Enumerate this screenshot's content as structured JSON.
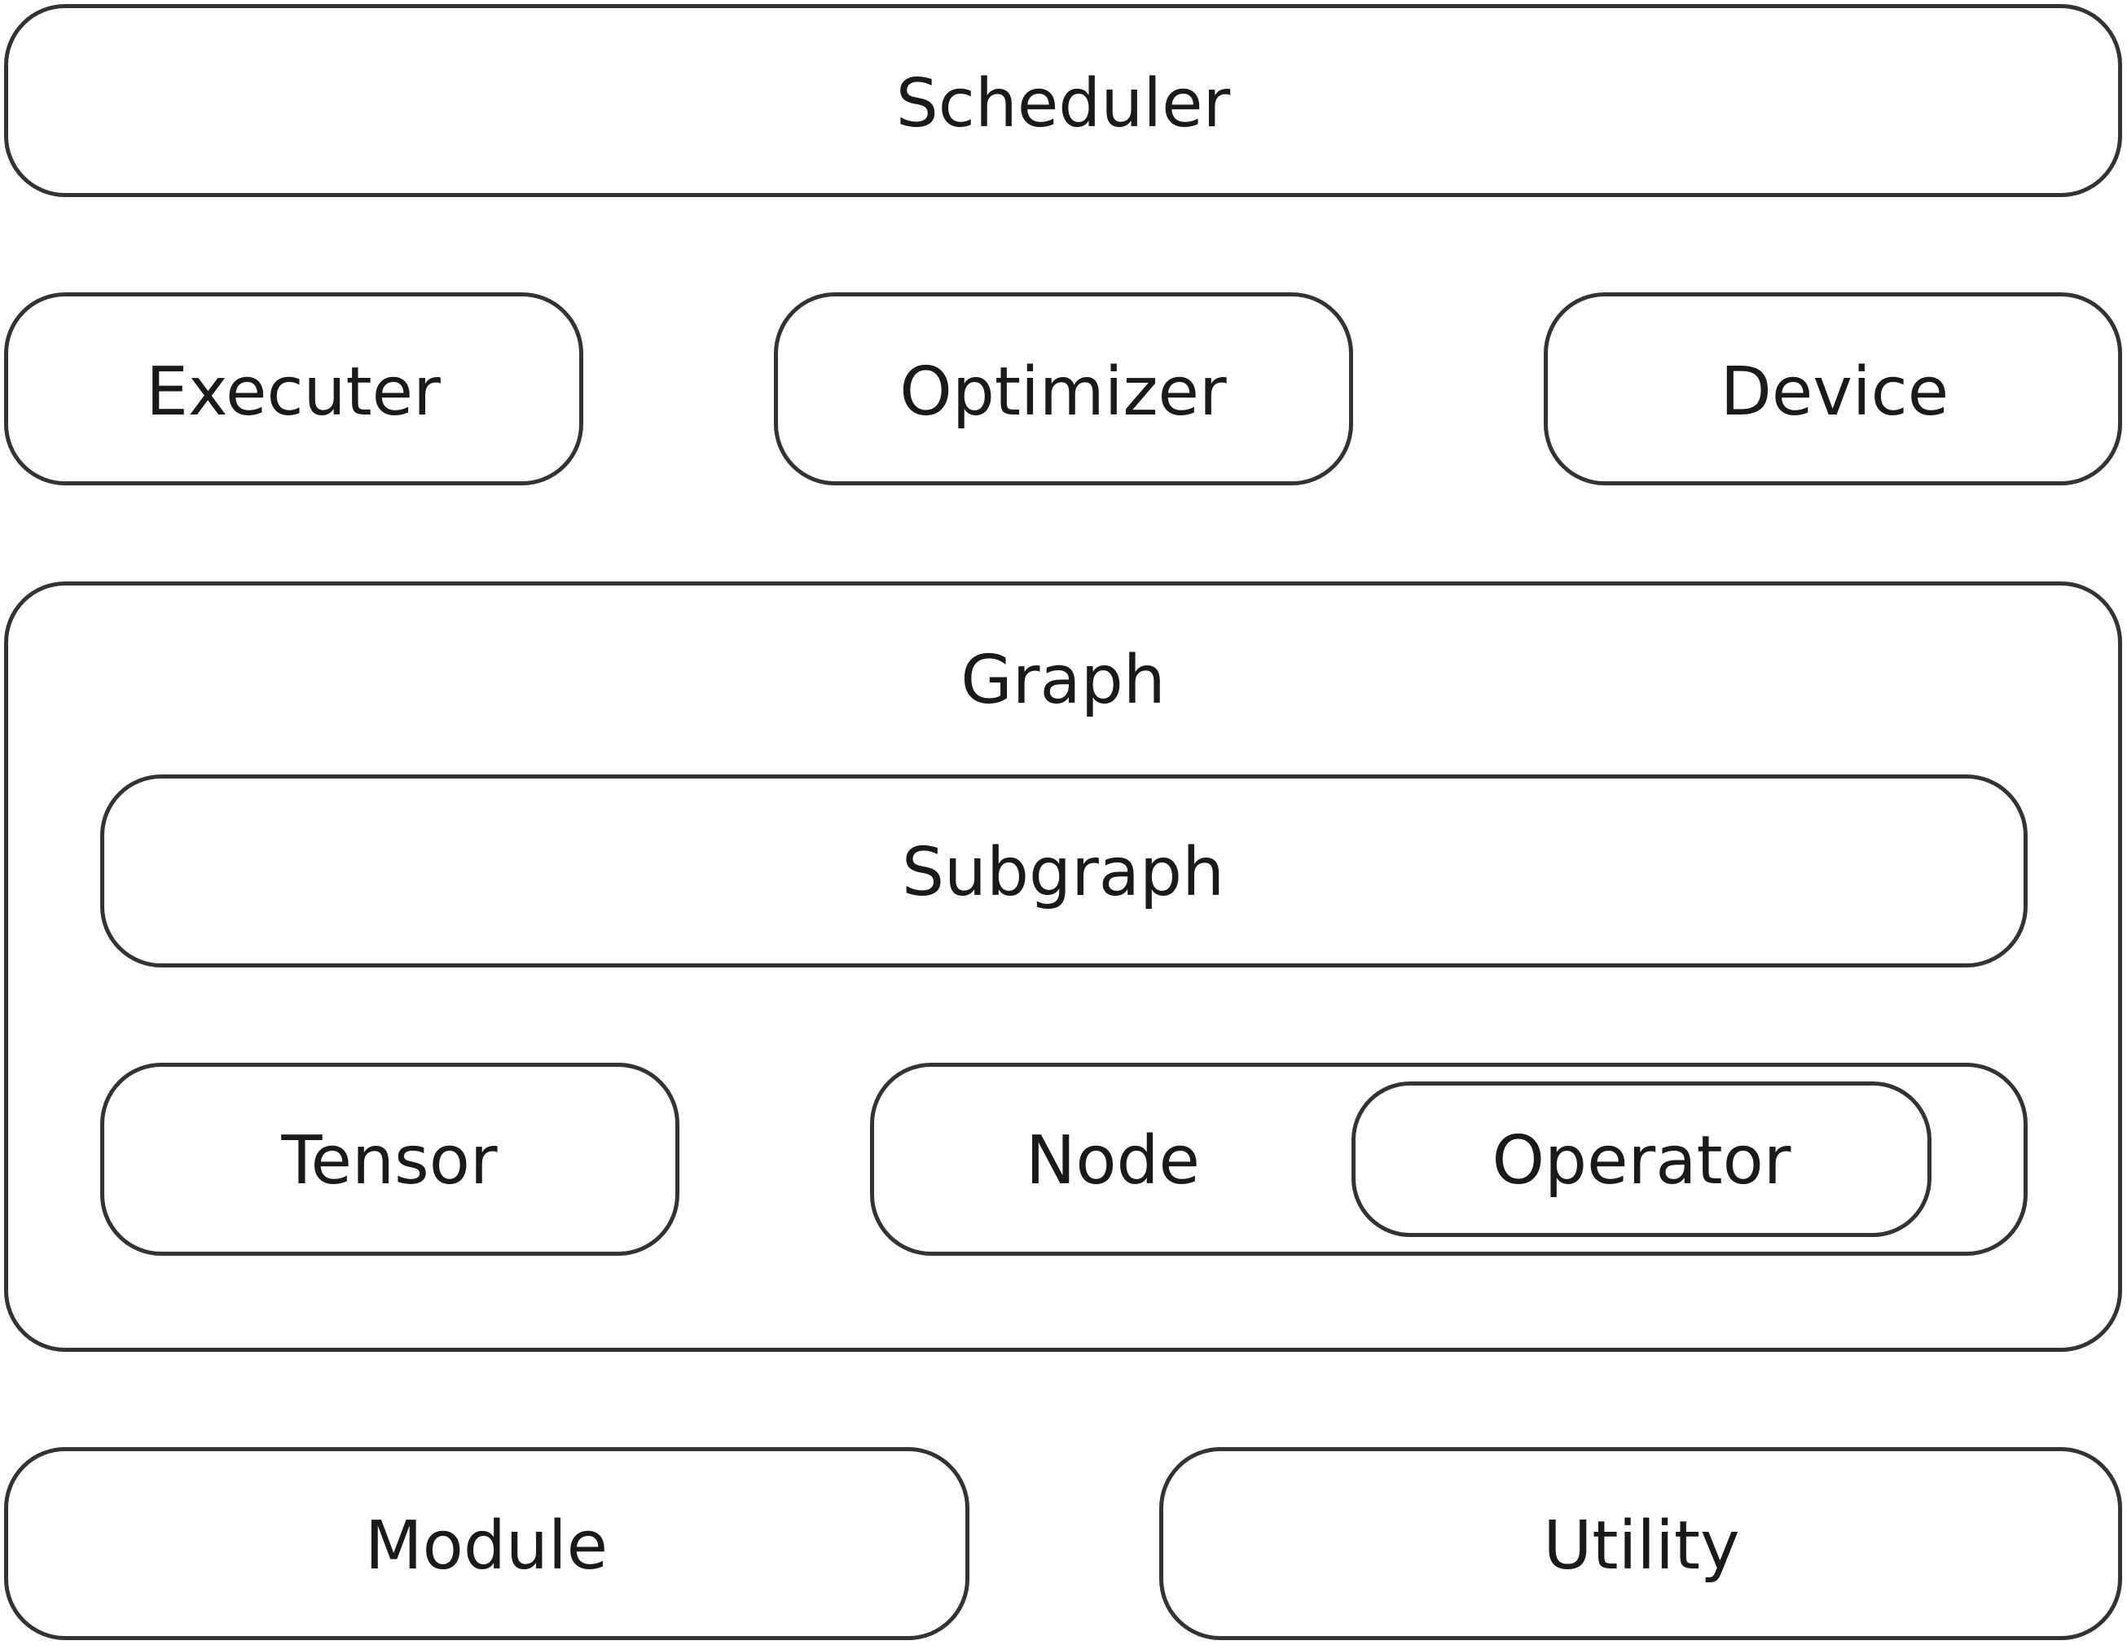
{
  "diagram": {
    "scheduler": "Scheduler",
    "executer": "Executer",
    "optimizer": "Optimizer",
    "device": "Device",
    "graph": "Graph",
    "subgraph": "Subgraph",
    "tensor": "Tensor",
    "node": "Node",
    "operator": "Operator",
    "module": "Module",
    "utility": "Utility"
  },
  "colors": {
    "border": "#333333",
    "text": "#1a1a1a",
    "background": "#ffffff"
  }
}
